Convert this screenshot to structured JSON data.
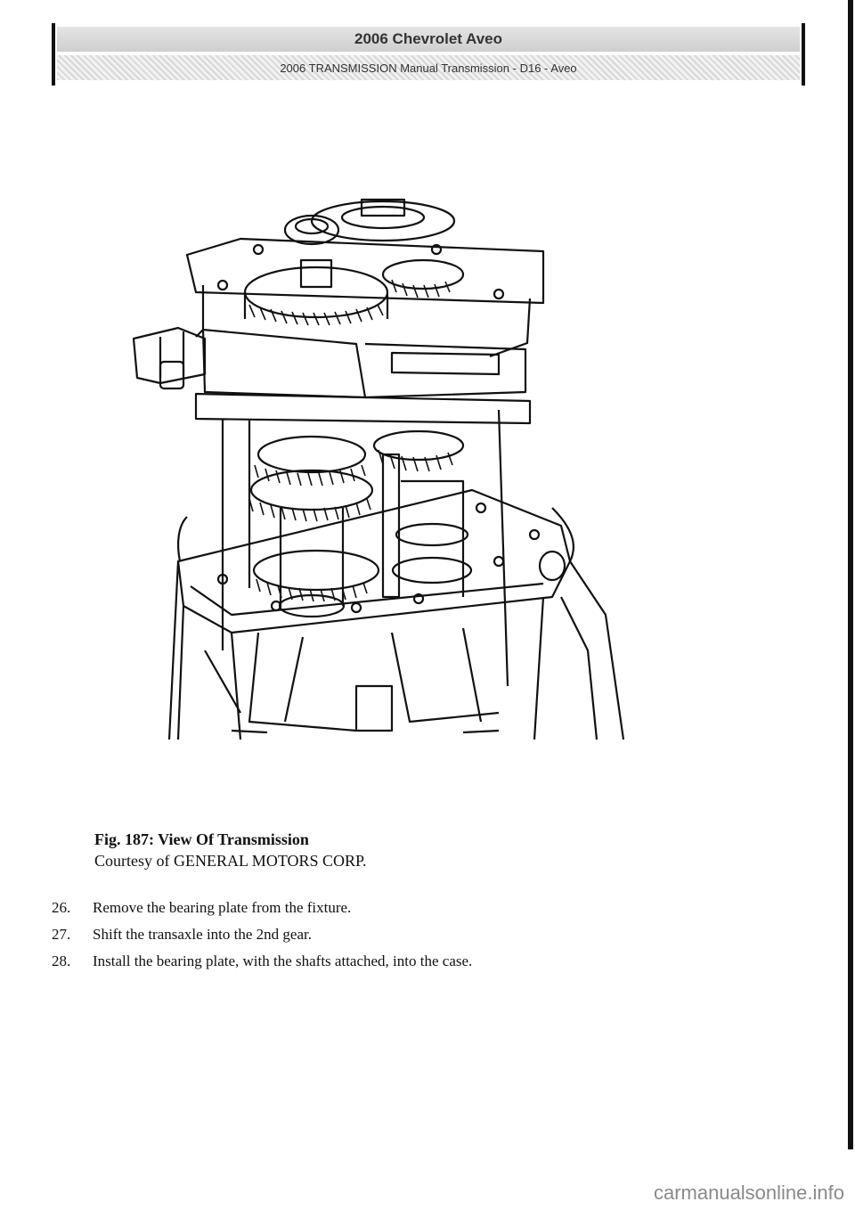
{
  "header": {
    "title": "2006 Chevrolet Aveo",
    "subtitle": "2006 TRANSMISSION Manual Transmission - D16 - Aveo"
  },
  "figure": {
    "caption_title": "Fig. 187: View Of Transmission",
    "caption_credit": "Courtesy of GENERAL MOTORS CORP."
  },
  "steps": [
    {
      "number": "26.",
      "text": "Remove the bearing plate from the fixture."
    },
    {
      "number": "27.",
      "text": "Shift the transaxle into the 2nd gear."
    },
    {
      "number": "28.",
      "text": "Install the bearing plate, with the shafts attached, into the case."
    }
  ],
  "watermark": "carmanualsonline.info"
}
